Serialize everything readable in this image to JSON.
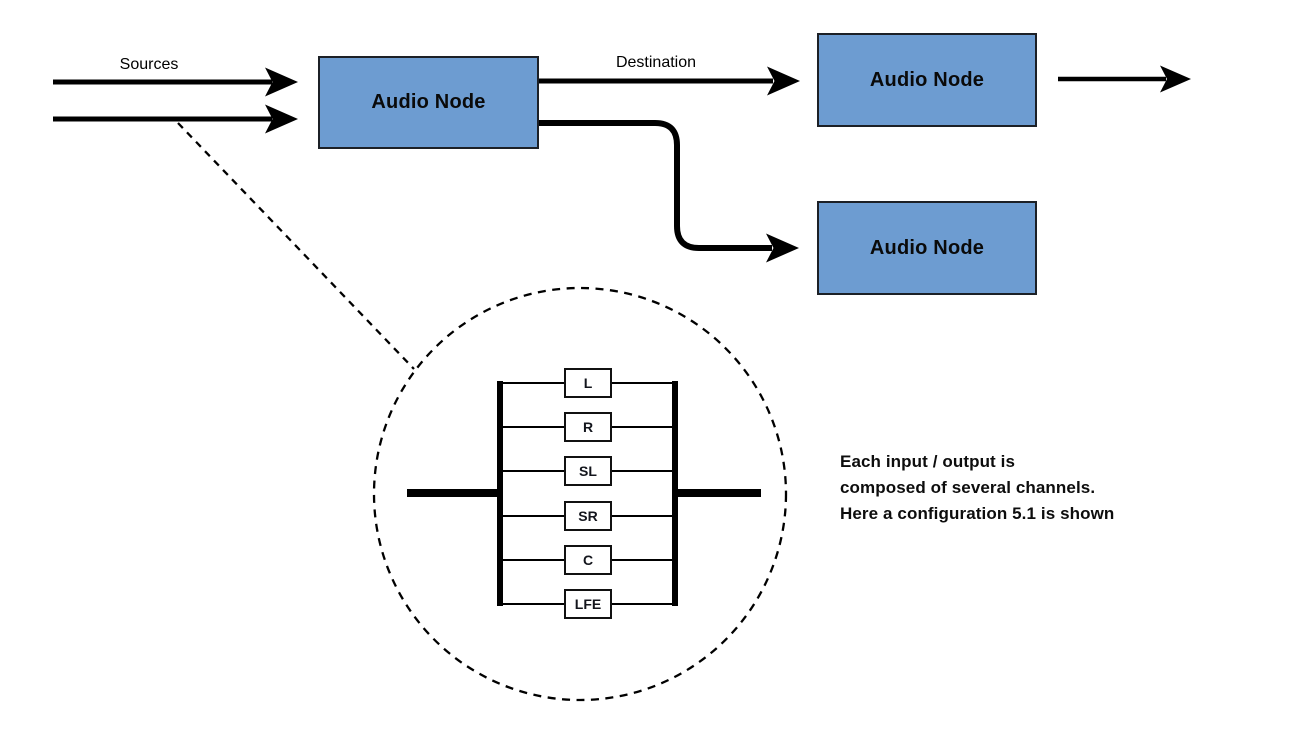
{
  "labels": {
    "sources": "Sources",
    "destination": "Destination"
  },
  "nodes": [
    {
      "label": "Audio Node"
    },
    {
      "label": "Audio Node"
    },
    {
      "label": "Audio Node"
    }
  ],
  "channels": [
    "L",
    "R",
    "SL",
    "SR",
    "C",
    "LFE"
  ],
  "note": {
    "lines": [
      "Each input / output is",
      "composed of several channels.",
      "Here a configuration 5.1 is shown"
    ]
  },
  "channel_configuration": "5.1",
  "colors": {
    "node_fill": "#6d9cd1",
    "node_border": "#1c2026",
    "channel_fill": "#ffffff",
    "channel_border": "#111111",
    "line_color": "#000000",
    "text_color": "#000000",
    "background": "#ffffff"
  }
}
